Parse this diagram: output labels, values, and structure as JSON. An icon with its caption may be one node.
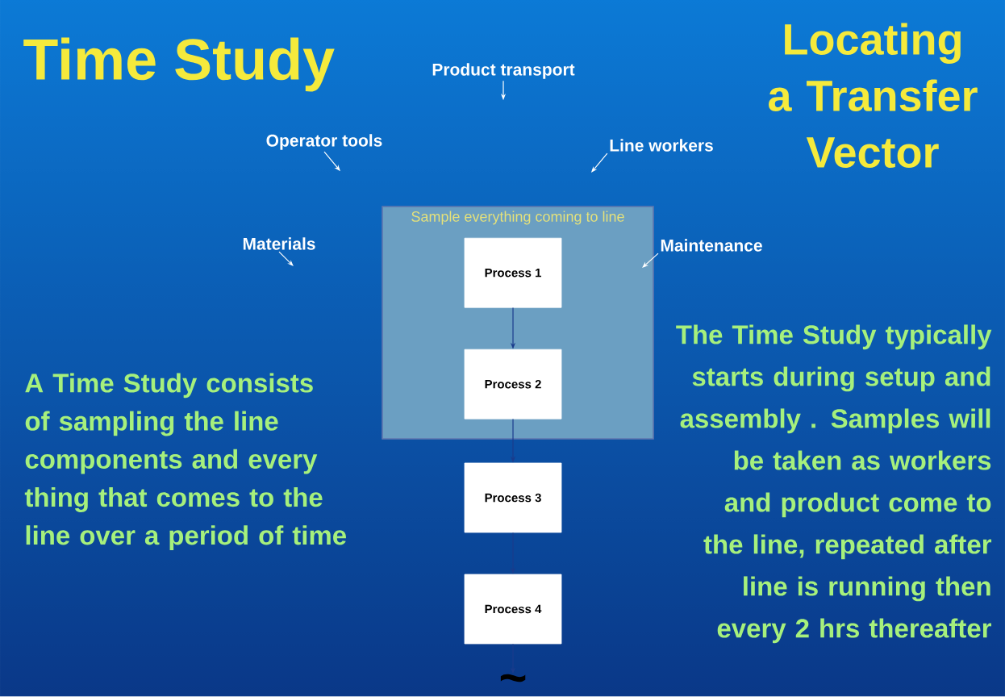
{
  "diagram": {
    "title": "Time Study",
    "nodes": [
      {
        "text": [
          "Product transport"
        ]
      },
      {
        "text": [
          "Operator tools"
        ]
      },
      {
        "text": [
          "Line workers"
        ]
      },
      {
        "text": [
          "Materials"
        ]
      },
      {
        "text": [
          "Maintenance"
        ]
      },
      {
        "text": [
          "Sample everything coming to line"
        ]
      },
      {
        "text": [
          "Process 1"
        ],
        "in": 5
      },
      {
        "text": [
          "Process 2"
        ],
        "in": 5
      },
      {
        "text": [
          "Process 3"
        ]
      },
      {
        "text": [
          "Process 4"
        ]
      },
      {
        "text": [
          "~"
        ]
      }
    ],
    "edges": [
      {
        "from": 0,
        "to": null,
        "arrow": "to"
      },
      {
        "from": 1,
        "to": null,
        "arrow": "to"
      },
      {
        "from": 2,
        "to": null,
        "arrow": "to"
      },
      {
        "from": 3,
        "to": null,
        "arrow": "to"
      },
      {
        "from": 4,
        "to": null,
        "arrow": "to"
      },
      {
        "from": 6,
        "to": 7,
        "arrow": "to",
        "color": "#1b3c8c"
      },
      {
        "from": 7,
        "to": 8,
        "arrow": "to",
        "color": "#1b3c8c"
      },
      {
        "from": 8,
        "to": 9,
        "arrow": "to",
        "color": "#1b3c8c"
      },
      {
        "from": 9,
        "to": 10,
        "arrow": "to",
        "color": "#1b3c8c"
      }
    ],
    "labels": [
      "Locating a Transfer Vector",
      "A Time Study consists of sampling the line components and every thing that comes to the line over a period of time",
      "The Time Study typically starts during setup and assembly .  Samples will be taken as workers and product come to the line, repeated after line is running then every 2 hrs thereafter"
    ]
  }
}
